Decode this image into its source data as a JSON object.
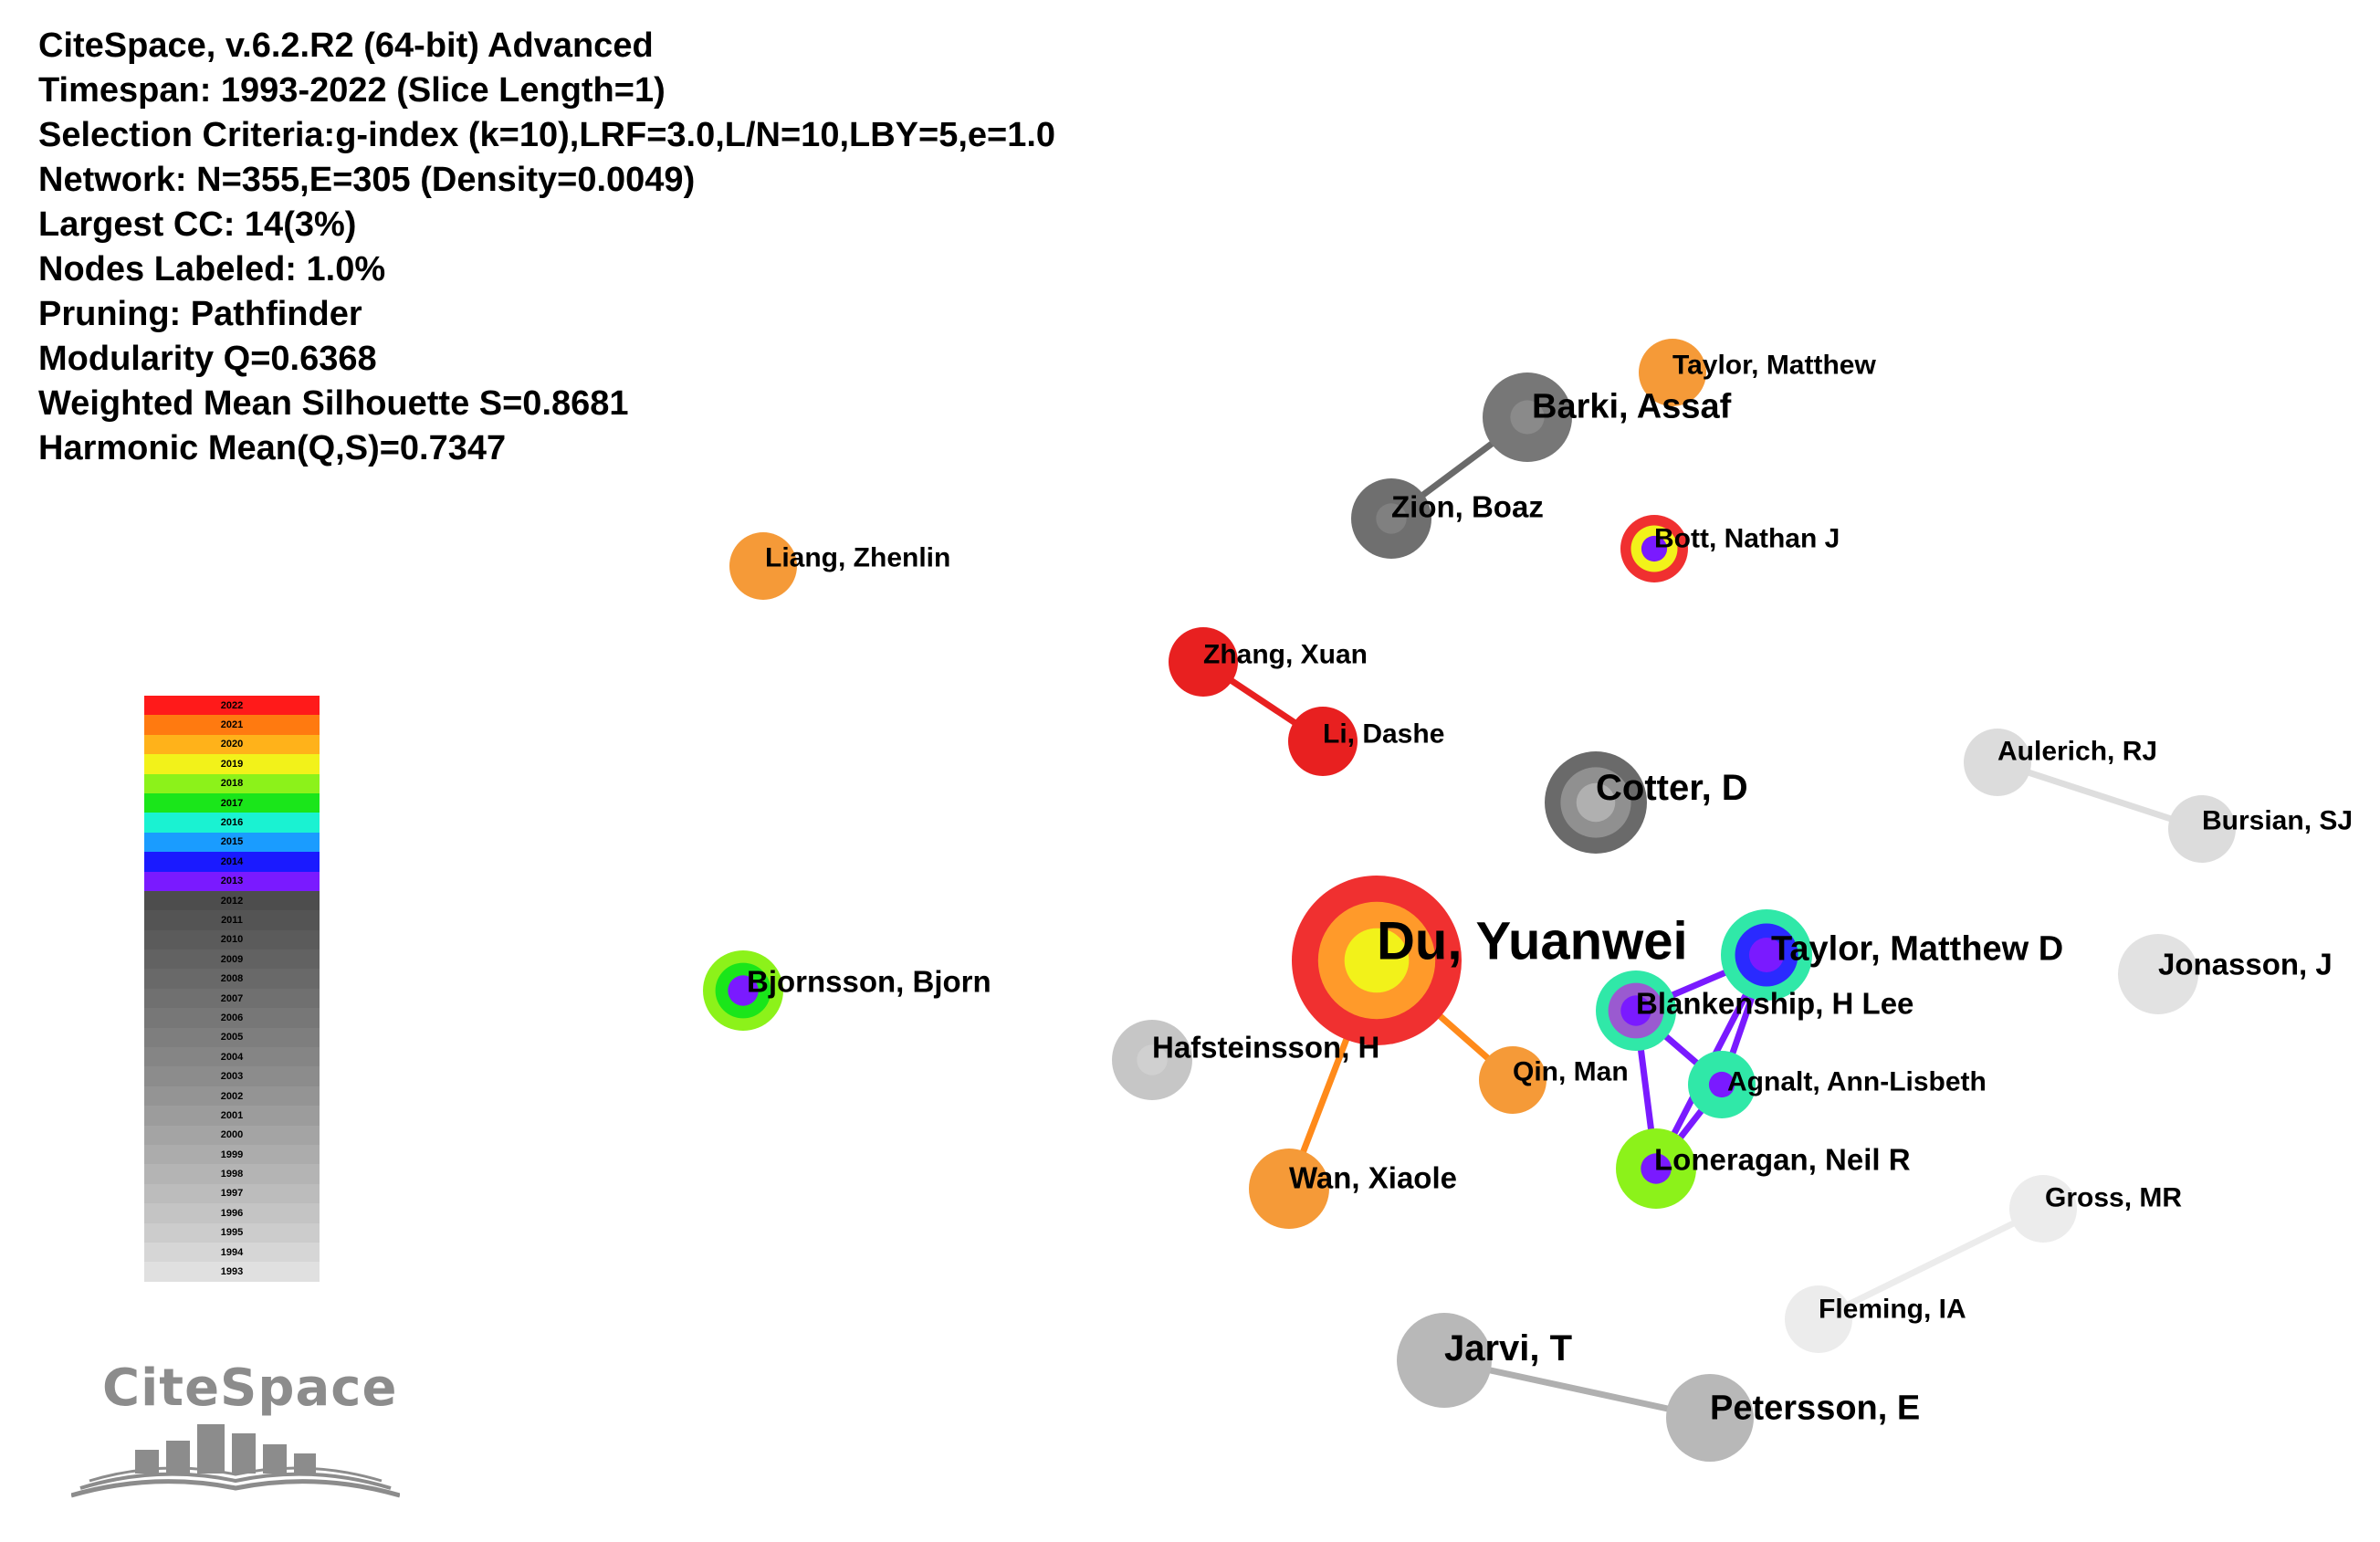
{
  "info_lines": [
    "CiteSpace, v.6.2.R2 (64-bit) Advanced",
    "Timespan: 1993-2022 (Slice Length=1)",
    "Selection Criteria:g-index (k=10),LRF=3.0,L/N=10,LBY=5,e=1.0",
    "Network: N=355,E=305 (Density=0.0049)",
    "Largest CC: 14(3%)",
    "Nodes Labeled: 1.0%",
    "Pruning: Pathfinder",
    "Modularity Q=0.6368",
    "Weighted Mean Silhouette S=0.8681",
    "Harmonic Mean(Q,S)=0.7347"
  ],
  "year_legend": [
    {
      "year": "2022",
      "color": "#ff1a1a"
    },
    {
      "year": "2021",
      "color": "#ff7a10"
    },
    {
      "year": "2020",
      "color": "#ffb21a"
    },
    {
      "year": "2019",
      "color": "#f2f21a"
    },
    {
      "year": "2018",
      "color": "#8cf21a"
    },
    {
      "year": "2017",
      "color": "#1ae61a"
    },
    {
      "year": "2016",
      "color": "#1af2d2"
    },
    {
      "year": "2015",
      "color": "#1a9cff"
    },
    {
      "year": "2014",
      "color": "#1a1aff"
    },
    {
      "year": "2013",
      "color": "#7a1aff"
    },
    {
      "year": "2012",
      "color": "#4d4d4d"
    },
    {
      "year": "2011",
      "color": "#545454"
    },
    {
      "year": "2010",
      "color": "#5b5b5b"
    },
    {
      "year": "2009",
      "color": "#626262"
    },
    {
      "year": "2008",
      "color": "#696969"
    },
    {
      "year": "2007",
      "color": "#707070"
    },
    {
      "year": "2006",
      "color": "#777777"
    },
    {
      "year": "2005",
      "color": "#7e7e7e"
    },
    {
      "year": "2004",
      "color": "#858585"
    },
    {
      "year": "2003",
      "color": "#8c8c8c"
    },
    {
      "year": "2002",
      "color": "#949494"
    },
    {
      "year": "2001",
      "color": "#9c9c9c"
    },
    {
      "year": "2000",
      "color": "#a4a4a4"
    },
    {
      "year": "1999",
      "color": "#acacac"
    },
    {
      "year": "1998",
      "color": "#b4b4b4"
    },
    {
      "year": "1997",
      "color": "#bcbcbc"
    },
    {
      "year": "1996",
      "color": "#c4c4c4"
    },
    {
      "year": "1995",
      "color": "#cccccc"
    },
    {
      "year": "1994",
      "color": "#d6d6d6"
    },
    {
      "year": "1993",
      "color": "#e0e0e0"
    }
  ],
  "nodes": [
    {
      "id": "du",
      "label": "Du, Yuanwei",
      "rings": [
        "#f03030",
        "#ff9a2a",
        "#f2f21a"
      ]
    },
    {
      "id": "taylor_md",
      "label": "Taylor, Matthew D",
      "rings": [
        "#30e8a8",
        "#2a2aff",
        "#7a1aff"
      ]
    },
    {
      "id": "blankenship",
      "label": "Blankenship, H Lee",
      "rings": [
        "#30e8a8",
        "#9a5ad0",
        "#7a1aff"
      ]
    },
    {
      "id": "agnalt",
      "label": "Agnalt, Ann-Lisbeth",
      "rings": [
        "#30e8a8",
        "#7a1aff"
      ]
    },
    {
      "id": "loneragan",
      "label": "Loneragan, Neil R",
      "rings": [
        "#8cf21a",
        "#7a1aff"
      ]
    },
    {
      "id": "qin",
      "label": "Qin, Man",
      "rings": [
        "#f59a38"
      ]
    },
    {
      "id": "wan",
      "label": "Wan, Xiaole",
      "rings": [
        "#f59a38"
      ]
    },
    {
      "id": "hafsteinsson",
      "label": "Hafsteinsson, H",
      "rings": [
        "#c6c6c6",
        "#d0d0d0"
      ]
    },
    {
      "id": "bjornsson",
      "label": "Bjornsson, Bjorn",
      "rings": [
        "#8cf21a",
        "#1ae61a",
        "#7a1aff"
      ]
    },
    {
      "id": "liang",
      "label": "Liang, Zhenlin",
      "rings": [
        "#f59a38"
      ]
    },
    {
      "id": "zhang",
      "label": "Zhang, Xuan",
      "rings": [
        "#e82020"
      ]
    },
    {
      "id": "li",
      "label": "Li, Dashe",
      "rings": [
        "#e82020"
      ]
    },
    {
      "id": "cotter",
      "label": "Cotter, D",
      "rings": [
        "#6a6a6a",
        "#909090",
        "#b0b0b0"
      ]
    },
    {
      "id": "barki",
      "label": "Barki, Assaf",
      "rings": [
        "#777777",
        "#8a8a8a"
      ]
    },
    {
      "id": "zion",
      "label": "Zion, Boaz",
      "rings": [
        "#6f6f6f",
        "#808080"
      ]
    },
    {
      "id": "taylor_m",
      "label": "Taylor, Matthew",
      "rings": [
        "#f59a38"
      ]
    },
    {
      "id": "bott",
      "label": "Bott, Nathan J",
      "rings": [
        "#f03030",
        "#f2f21a",
        "#7a1aff"
      ]
    },
    {
      "id": "aulerich",
      "label": "Aulerich, RJ",
      "rings": [
        "#dcdcdc"
      ]
    },
    {
      "id": "bursian",
      "label": "Bursian, SJ",
      "rings": [
        "#dcdcdc"
      ]
    },
    {
      "id": "jonasson",
      "label": "Jonasson, J",
      "rings": [
        "#e2e2e2"
      ]
    },
    {
      "id": "gross",
      "label": "Gross, MR",
      "rings": [
        "#ececec"
      ]
    },
    {
      "id": "fleming",
      "label": "Fleming, IA",
      "rings": [
        "#ececec"
      ]
    },
    {
      "id": "jarvi",
      "label": "Jarvi, T",
      "rings": [
        "#b8b8b8"
      ]
    },
    {
      "id": "petersson",
      "label": "Petersson, E",
      "rings": [
        "#b8b8b8"
      ]
    }
  ],
  "edges": [
    {
      "from": "du",
      "to": "wan",
      "color": "#ff8a1a"
    },
    {
      "from": "du",
      "to": "qin",
      "color": "#ff8a1a"
    },
    {
      "from": "taylor_md",
      "to": "blankenship",
      "color": "#7a1aff"
    },
    {
      "from": "taylor_md",
      "to": "agnalt",
      "color": "#7a1aff"
    },
    {
      "from": "taylor_md",
      "to": "loneragan",
      "color": "#7a1aff"
    },
    {
      "from": "blankenship",
      "to": "agnalt",
      "color": "#7a1aff"
    },
    {
      "from": "blankenship",
      "to": "loneragan",
      "color": "#7a1aff"
    },
    {
      "from": "agnalt",
      "to": "loneragan",
      "color": "#7a1aff"
    },
    {
      "from": "zhang",
      "to": "li",
      "color": "#e82020"
    },
    {
      "from": "barki",
      "to": "zion",
      "color": "#6a6a6a"
    },
    {
      "from": "aulerich",
      "to": "bursian",
      "color": "#dedede"
    },
    {
      "from": "gross",
      "to": "fleming",
      "color": "#ececec"
    },
    {
      "from": "jarvi",
      "to": "petersson",
      "color": "#b0b0b0"
    }
  ],
  "logo": {
    "text": "CiteSpace"
  }
}
